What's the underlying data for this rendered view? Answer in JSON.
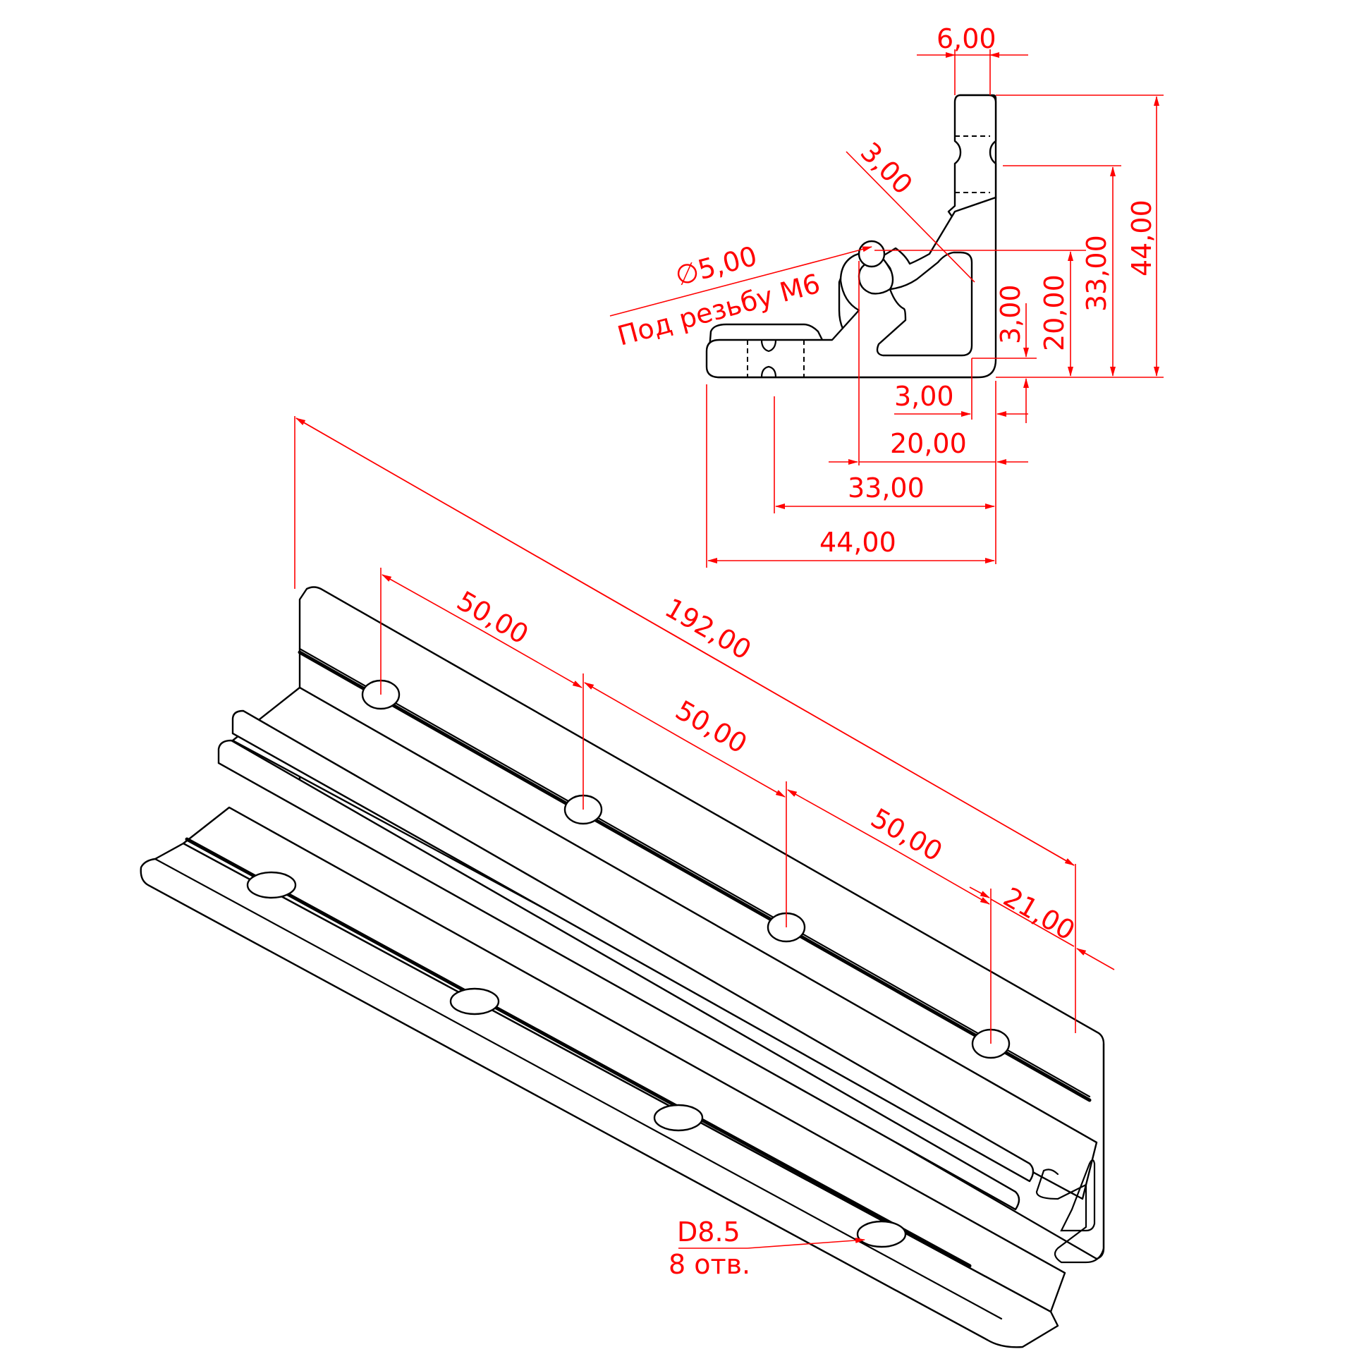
{
  "section_view": {
    "dims": {
      "top_flange_thickness": "6,00",
      "slot_chamfer": "3,00",
      "hole_diameter": "∅5,00",
      "hole_note": "Под резьбу М6",
      "height_total": "44,00",
      "height_33": "33,00",
      "height_20": "20,00",
      "wall_3_vertical": "3,00",
      "wall_3_horizontal": "3,00",
      "width_20": "20,00",
      "width_33": "33,00",
      "width_44": "44,00"
    }
  },
  "iso_view": {
    "dims": {
      "length_total": "192,00",
      "pitch_1": "50,00",
      "pitch_2": "50,00",
      "pitch_3": "50,00",
      "end_offset": "21,00"
    },
    "hole_note_line1": "D8.5",
    "hole_note_line2": "8 отв."
  }
}
